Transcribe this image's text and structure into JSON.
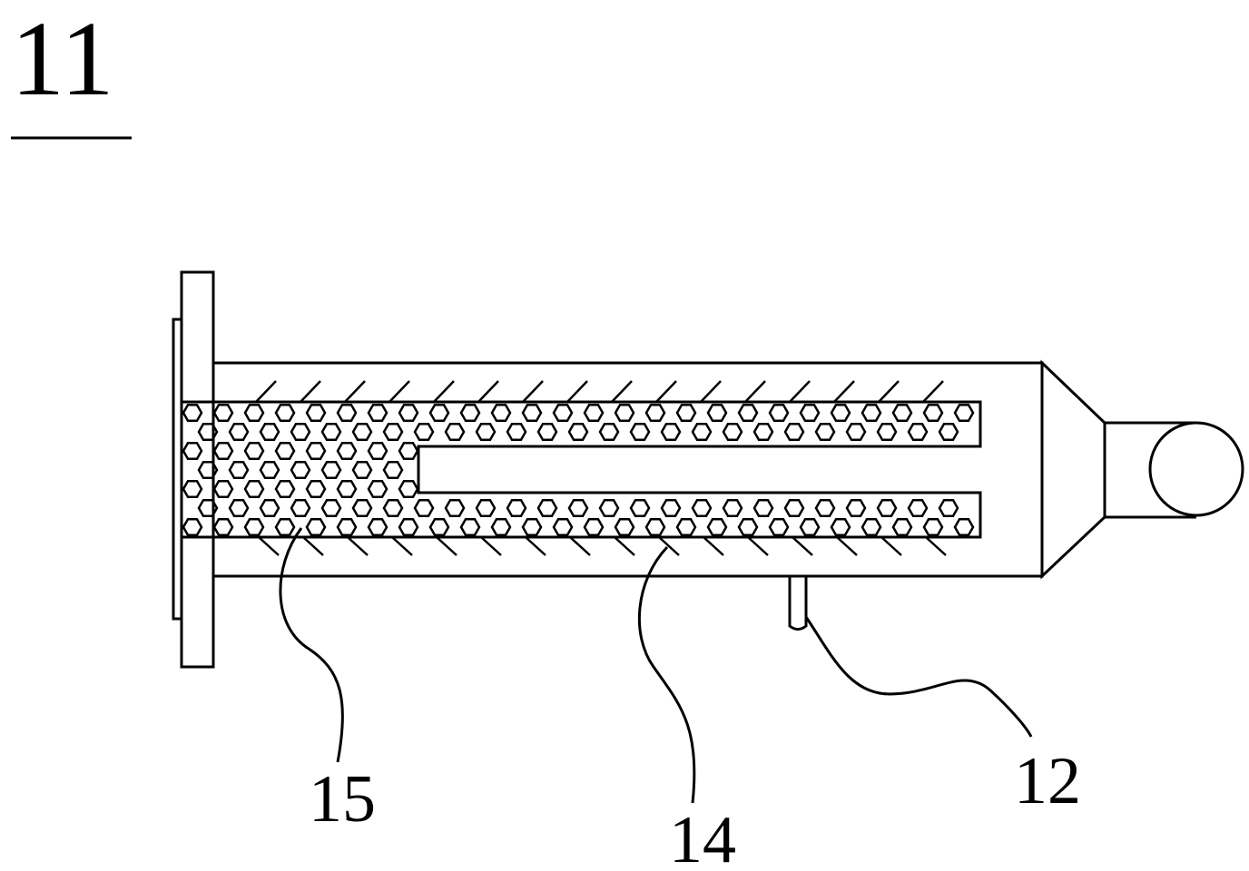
{
  "figure": {
    "title_number": "11",
    "callouts": [
      {
        "id": "label-15",
        "text": "15"
      },
      {
        "id": "label-14",
        "text": "14"
      },
      {
        "id": "label-12",
        "text": "12"
      }
    ]
  },
  "colors": {
    "ink": "#000000",
    "paper": "#ffffff"
  }
}
